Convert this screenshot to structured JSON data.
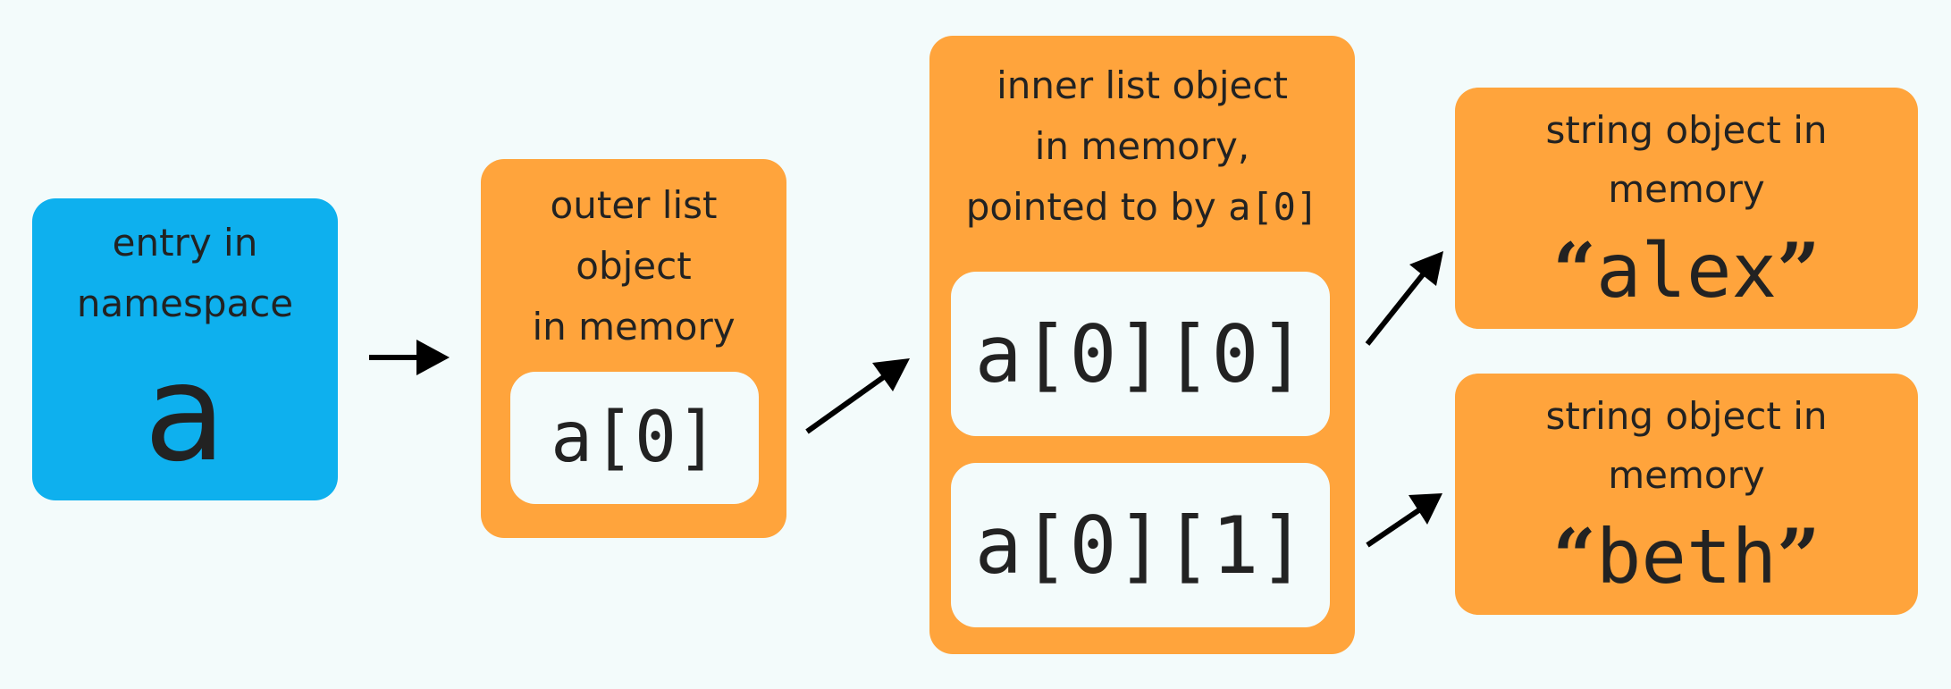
{
  "namespace_box": {
    "label_lines": [
      "entry in",
      "namespace"
    ],
    "name": "a",
    "color": "#0eb0ee"
  },
  "outer_list_box": {
    "label_lines": [
      "outer list",
      "object",
      "in memory"
    ],
    "element": "a[0]",
    "color": "#ffa43c"
  },
  "inner_list_box": {
    "label_lines": [
      "inner list object",
      "in memory,"
    ],
    "label_line3_text": "pointed to by ",
    "label_line3_code": "a[0]",
    "elements": [
      "a[0][0]",
      "a[0][1]"
    ],
    "color": "#ffa43c"
  },
  "string_boxes": [
    {
      "label_lines": [
        "string object in",
        "memory"
      ],
      "open_quote": "“",
      "value": "alex",
      "close_quote": "”"
    },
    {
      "label_lines": [
        "string object in",
        "memory"
      ],
      "open_quote": "“",
      "value": "beth",
      "close_quote": "”"
    }
  ],
  "colors": {
    "background": "#f3fbfb",
    "namespace": "#0eb0ee",
    "memory_object": "#ffa43c",
    "text": "#222222",
    "arrow": "#000000"
  }
}
